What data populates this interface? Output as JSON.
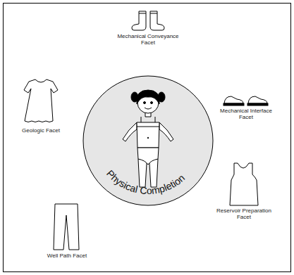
{
  "diagram": {
    "nodes": [
      {
        "text": [
          "Physical Completion"
        ]
      }
    ],
    "labels": [
      "Mechanical Conveyance Facet",
      "Mechanical Interface Facet",
      "Reservoir Preparation Facet",
      "Well Path Facet",
      "Geologic Facet"
    ]
  }
}
